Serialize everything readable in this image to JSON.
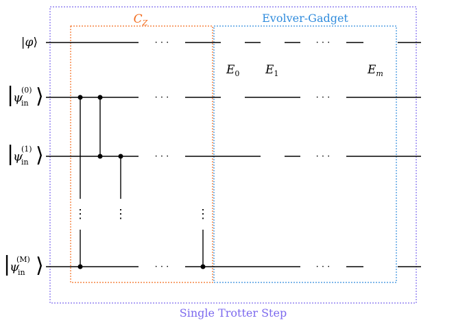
{
  "diagram": {
    "outer_box": {
      "label": "Single Trotter Step",
      "color": "#7b68ee"
    },
    "cz_box": {
      "label_base": "C",
      "label_sub": "Z",
      "color": "#f26a1b"
    },
    "gadget_box": {
      "label": "Evolver-Gadget",
      "color": "#2f8bdc"
    },
    "wires": [
      {
        "id": "phi",
        "label": "|φ⟩",
        "label_core": "φ"
      },
      {
        "id": "psi0",
        "label": "|ψ_in^(0)⟩",
        "base": "ψ",
        "sub": "in",
        "sup": "(0)"
      },
      {
        "id": "psi1",
        "label": "|ψ_in^(1)⟩",
        "base": "ψ",
        "sub": "in",
        "sup": "(1)"
      },
      {
        "id": "psiM",
        "label": "|ψ_in^(M)⟩",
        "base": "ψ",
        "sub": "in",
        "sup": "(M)"
      }
    ],
    "gadgets": [
      {
        "base": "E",
        "sub": "0"
      },
      {
        "base": "E",
        "sub": "1"
      },
      {
        "base": "E",
        "sub": "m"
      }
    ],
    "ellipsis": "· · ·",
    "vdots": "⋮"
  }
}
